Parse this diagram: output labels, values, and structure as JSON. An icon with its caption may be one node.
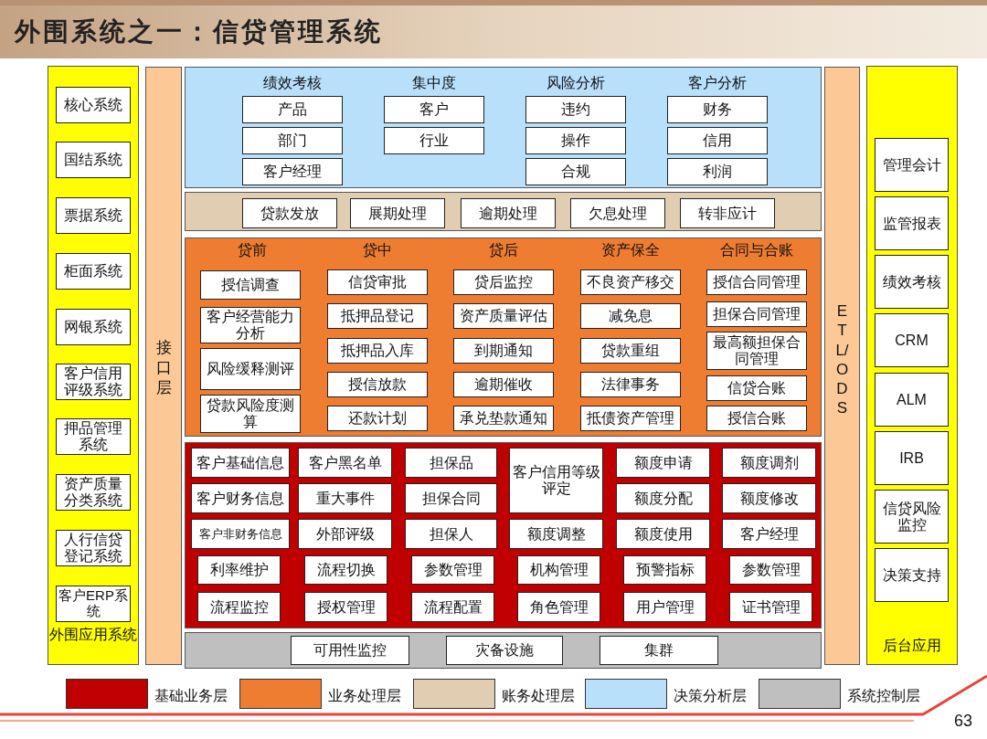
{
  "diagram": {
    "title": "外围系统之一：信贷管理系统",
    "nodes": [
      {
        "text": [
          "外围应用系统"
        ]
      },
      {
        "text": [
          "核心系统"
        ],
        "in": 0
      },
      {
        "text": [
          "国结系统"
        ],
        "in": 0
      },
      {
        "text": [
          "票据系统"
        ],
        "in": 0
      },
      {
        "text": [
          "柜面系统"
        ],
        "in": 0
      },
      {
        "text": [
          "网银系统"
        ],
        "in": 0
      },
      {
        "text": [
          "客户信用评级系统"
        ],
        "in": 0
      },
      {
        "text": [
          "押品管理系统"
        ],
        "in": 0
      },
      {
        "text": [
          "资产质量分类系统"
        ],
        "in": 0
      },
      {
        "text": [
          "人行信贷登记系统"
        ],
        "in": 0
      },
      {
        "text": [
          "客户ERP系统"
        ],
        "in": 0
      },
      {
        "text": [
          "接口层"
        ]
      },
      {
        "text": [
          "绩效考核",
          "集中度",
          "风险分析",
          "客户分析"
        ]
      },
      {
        "text": [
          "产品"
        ],
        "in": 12
      },
      {
        "text": [
          "部门"
        ],
        "in": 12
      },
      {
        "text": [
          "客户经理"
        ],
        "in": 12
      },
      {
        "text": [
          "客户"
        ],
        "in": 12
      },
      {
        "text": [
          "行业"
        ],
        "in": 12
      },
      {
        "text": [
          "违约"
        ],
        "in": 12
      },
      {
        "text": [
          "操作"
        ],
        "in": 12
      },
      {
        "text": [
          "合规"
        ],
        "in": 12
      },
      {
        "text": [
          "财务"
        ],
        "in": 12
      },
      {
        "text": [
          "信用"
        ],
        "in": 12
      },
      {
        "text": [
          "利润"
        ],
        "in": 12
      },
      {
        "text": [],
        "shape": "box"
      },
      {
        "text": [
          "贷款发放"
        ],
        "in": 24
      },
      {
        "text": [
          "展期处理"
        ],
        "in": 24
      },
      {
        "text": [
          "逾期处理"
        ],
        "in": 24
      },
      {
        "text": [
          "欠息处理"
        ],
        "in": 24
      },
      {
        "text": [
          "转非应计"
        ],
        "in": 24
      },
      {
        "text": [
          "贷前",
          "贷中",
          "贷后",
          "资产保全",
          "合同与合账"
        ]
      },
      {
        "text": [
          "授信调查"
        ],
        "in": 30
      },
      {
        "text": [
          "客户经营能力分析"
        ],
        "in": 30
      },
      {
        "text": [
          "风险缓释测评"
        ],
        "in": 30
      },
      {
        "text": [
          "贷款风险度测算"
        ],
        "in": 30
      },
      {
        "text": [
          "信贷审批"
        ],
        "in": 30
      },
      {
        "text": [
          "抵押品登记"
        ],
        "in": 30
      },
      {
        "text": [
          "抵押品入库"
        ],
        "in": 30
      },
      {
        "text": [
          "授信放款"
        ],
        "in": 30
      },
      {
        "text": [
          "还款计划"
        ],
        "in": 30
      },
      {
        "text": [
          "贷后监控"
        ],
        "in": 30
      },
      {
        "text": [
          "资产质量评估"
        ],
        "in": 30
      },
      {
        "text": [
          "到期通知"
        ],
        "in": 30
      },
      {
        "text": [
          "逾期催收"
        ],
        "in": 30
      },
      {
        "text": [
          "承兑垫款通知"
        ],
        "in": 30
      },
      {
        "text": [
          "不良资产移交"
        ],
        "in": 30
      },
      {
        "text": [
          "减免息"
        ],
        "in": 30
      },
      {
        "text": [
          "贷款重组"
        ],
        "in": 30
      },
      {
        "text": [
          "法律事务"
        ],
        "in": 30
      },
      {
        "text": [
          "抵债资产管理"
        ],
        "in": 30
      },
      {
        "text": [
          "授信合同管理"
        ],
        "in": 30
      },
      {
        "text": [
          "担保合同管理"
        ],
        "in": 30
      },
      {
        "text": [
          "最高额担保合同管理"
        ],
        "in": 30
      },
      {
        "text": [
          "信贷合账"
        ],
        "in": 30
      },
      {
        "text": [
          "授信合账"
        ],
        "in": 30
      },
      {
        "text": [],
        "shape": "box"
      },
      {
        "text": [
          "客户基础信息"
        ],
        "in": 55
      },
      {
        "text": [
          "客户黑名单"
        ],
        "in": 55
      },
      {
        "text": [
          "担保品"
        ],
        "in": 55
      },
      {
        "text": [
          "客户信用等级评定"
        ],
        "in": 55
      },
      {
        "text": [
          "额度申请"
        ],
        "in": 55
      },
      {
        "text": [
          "额度调剂"
        ],
        "in": 55
      },
      {
        "text": [
          "客户财务信息"
        ],
        "in": 55
      },
      {
        "text": [
          "重大事件"
        ],
        "in": 55
      },
      {
        "text": [
          "担保合同"
        ],
        "in": 55
      },
      {
        "text": [
          "额度分配"
        ],
        "in": 55
      },
      {
        "text": [
          "额度修改"
        ],
        "in": 55
      },
      {
        "text": [
          "客户非财务信息"
        ],
        "in": 55
      },
      {
        "text": [
          "外部评级"
        ],
        "in": 55
      },
      {
        "text": [
          "担保人"
        ],
        "in": 55
      },
      {
        "text": [
          "额度调整"
        ],
        "in": 55
      },
      {
        "text": [
          "额度使用"
        ],
        "in": 55
      },
      {
        "text": [
          "客户经理"
        ],
        "in": 55
      },
      {
        "text": [
          "利率维护"
        ],
        "in": 55
      },
      {
        "text": [
          "流程切换"
        ],
        "in": 55
      },
      {
        "text": [
          "参数管理"
        ],
        "in": 55
      },
      {
        "text": [
          "机构管理"
        ],
        "in": 55
      },
      {
        "text": [
          "预警指标"
        ],
        "in": 55
      },
      {
        "text": [
          "参数管理"
        ],
        "in": 55
      },
      {
        "text": [
          "流程监控"
        ],
        "in": 55
      },
      {
        "text": [
          "授权管理"
        ],
        "in": 55
      },
      {
        "text": [
          "流程配置"
        ],
        "in": 55
      },
      {
        "text": [
          "角色管理"
        ],
        "in": 55
      },
      {
        "text": [
          "用户管理"
        ],
        "in": 55
      },
      {
        "text": [
          "证书管理"
        ],
        "in": 55
      },
      {
        "text": [],
        "shape": "box"
      },
      {
        "text": [
          "可用性监控"
        ],
        "in": 85
      },
      {
        "text": [
          "灾备设施"
        ],
        "in": 85
      },
      {
        "text": [
          "集群"
        ],
        "in": 85
      },
      {
        "text": [
          "ETL/ODS"
        ]
      },
      {
        "text": [
          "后台应用"
        ]
      },
      {
        "text": [
          "管理会计"
        ],
        "in": 90
      },
      {
        "text": [
          "监管报表"
        ],
        "in": 90
      },
      {
        "text": [
          "绩效考核"
        ],
        "in": 90
      },
      {
        "text": [
          "CRM"
        ],
        "in": 90
      },
      {
        "text": [
          "ALM"
        ],
        "in": 90
      },
      {
        "text": [
          "IRB"
        ],
        "in": 90
      },
      {
        "text": [
          "信贷风险监控"
        ],
        "in": 90
      },
      {
        "text": [
          "决策支持"
        ],
        "in": 90
      }
    ],
    "labels": [
      "63"
    ],
    "legend": [
      {
        "text": "基础业务层",
        "color": "#c00000"
      },
      {
        "text": "业务处理层",
        "color": "#ee7d31"
      },
      {
        "text": "账务处理层",
        "color": "#e0cdb2"
      },
      {
        "text": "决策分析层",
        "color": "#b8e0fb"
      },
      {
        "text": "系统控制层",
        "color": "#bfbfbf"
      }
    ]
  }
}
